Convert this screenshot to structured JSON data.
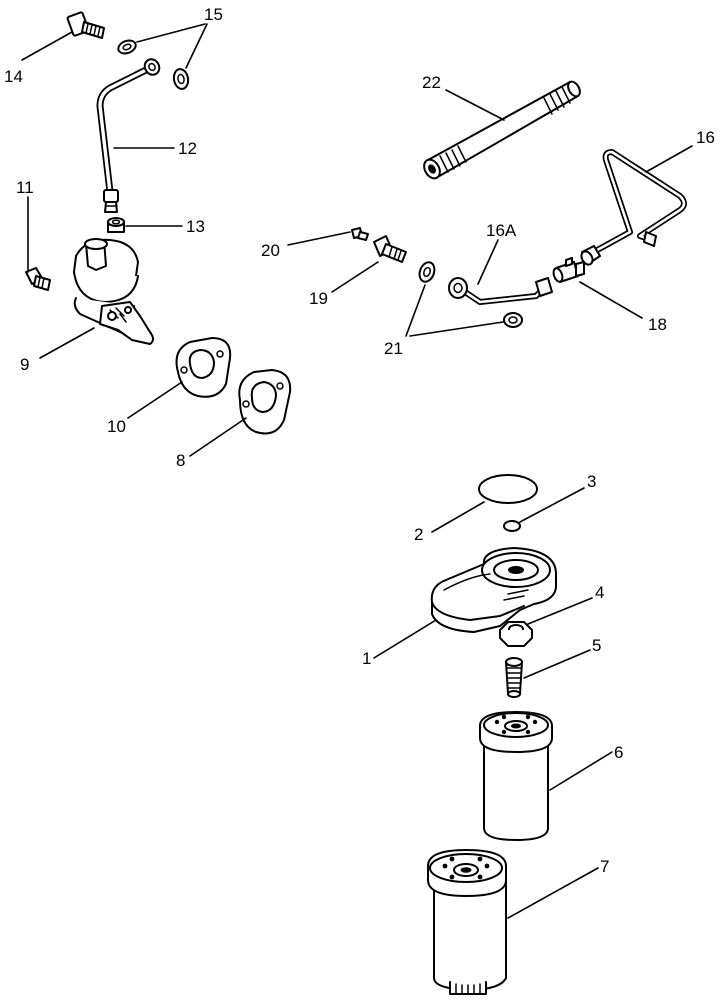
{
  "callouts": {
    "c1": "1",
    "c2": "2",
    "c3": "3",
    "c4": "4",
    "c5": "5",
    "c6": "6",
    "c7": "7",
    "c8": "8",
    "c9": "9",
    "c10": "10",
    "c11": "11",
    "c12": "12",
    "c13": "13",
    "c14": "14",
    "c15": "15",
    "c16": "16",
    "c16a": "16A",
    "c18": "18",
    "c19": "19",
    "c20": "20",
    "c21": "21",
    "c22": "22"
  }
}
